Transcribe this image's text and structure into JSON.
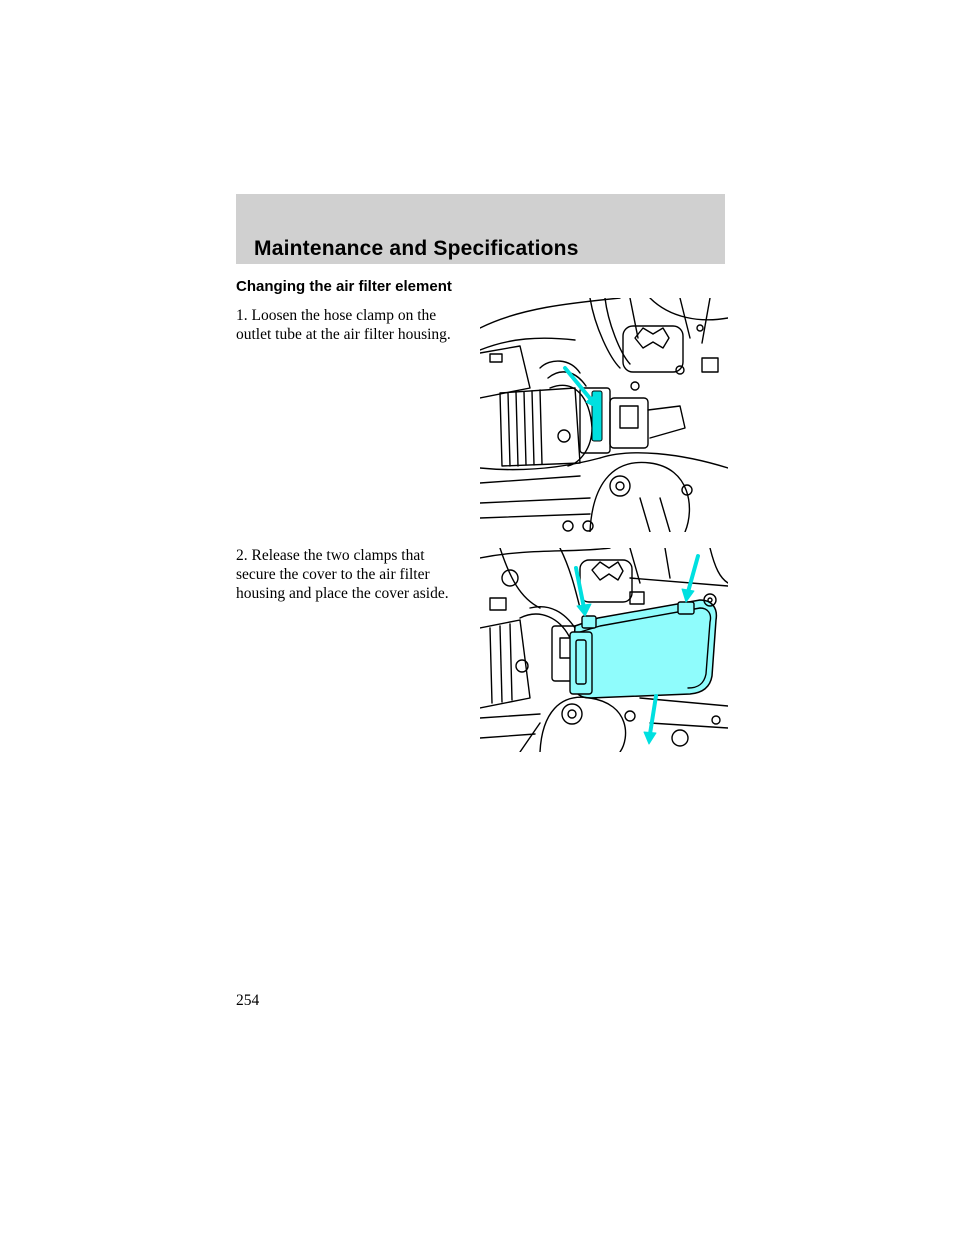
{
  "header": {
    "section_title": "Maintenance and Specifications"
  },
  "section": {
    "heading": "Changing the air filter element"
  },
  "steps": [
    {
      "lines": [
        "1. Loosen the hose clamp on the",
        "outlet tube at the air filter housing."
      ]
    },
    {
      "lines": [
        "2. Release the two clamps that",
        "secure the cover to the air filter",
        "housing and place the cover aside."
      ]
    }
  ],
  "colors": {
    "header_band": "#d0d0d0",
    "highlight": "#00e0e0",
    "cover_fill": "#8ffcfc"
  },
  "footer": {
    "page_number": "254"
  }
}
